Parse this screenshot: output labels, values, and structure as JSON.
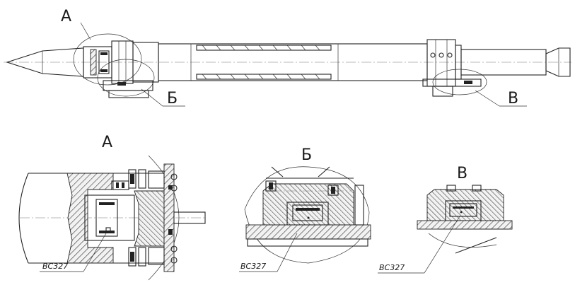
{
  "views": {
    "main": {
      "callout_a": "А",
      "callout_b": "Б",
      "callout_c": "В"
    },
    "detail_a": {
      "title": "А",
      "part_label": "ВС327"
    },
    "detail_b": {
      "title": "Б",
      "part_label": "ВС327"
    },
    "detail_c": {
      "title": "В",
      "part_label": "ВС327"
    }
  }
}
